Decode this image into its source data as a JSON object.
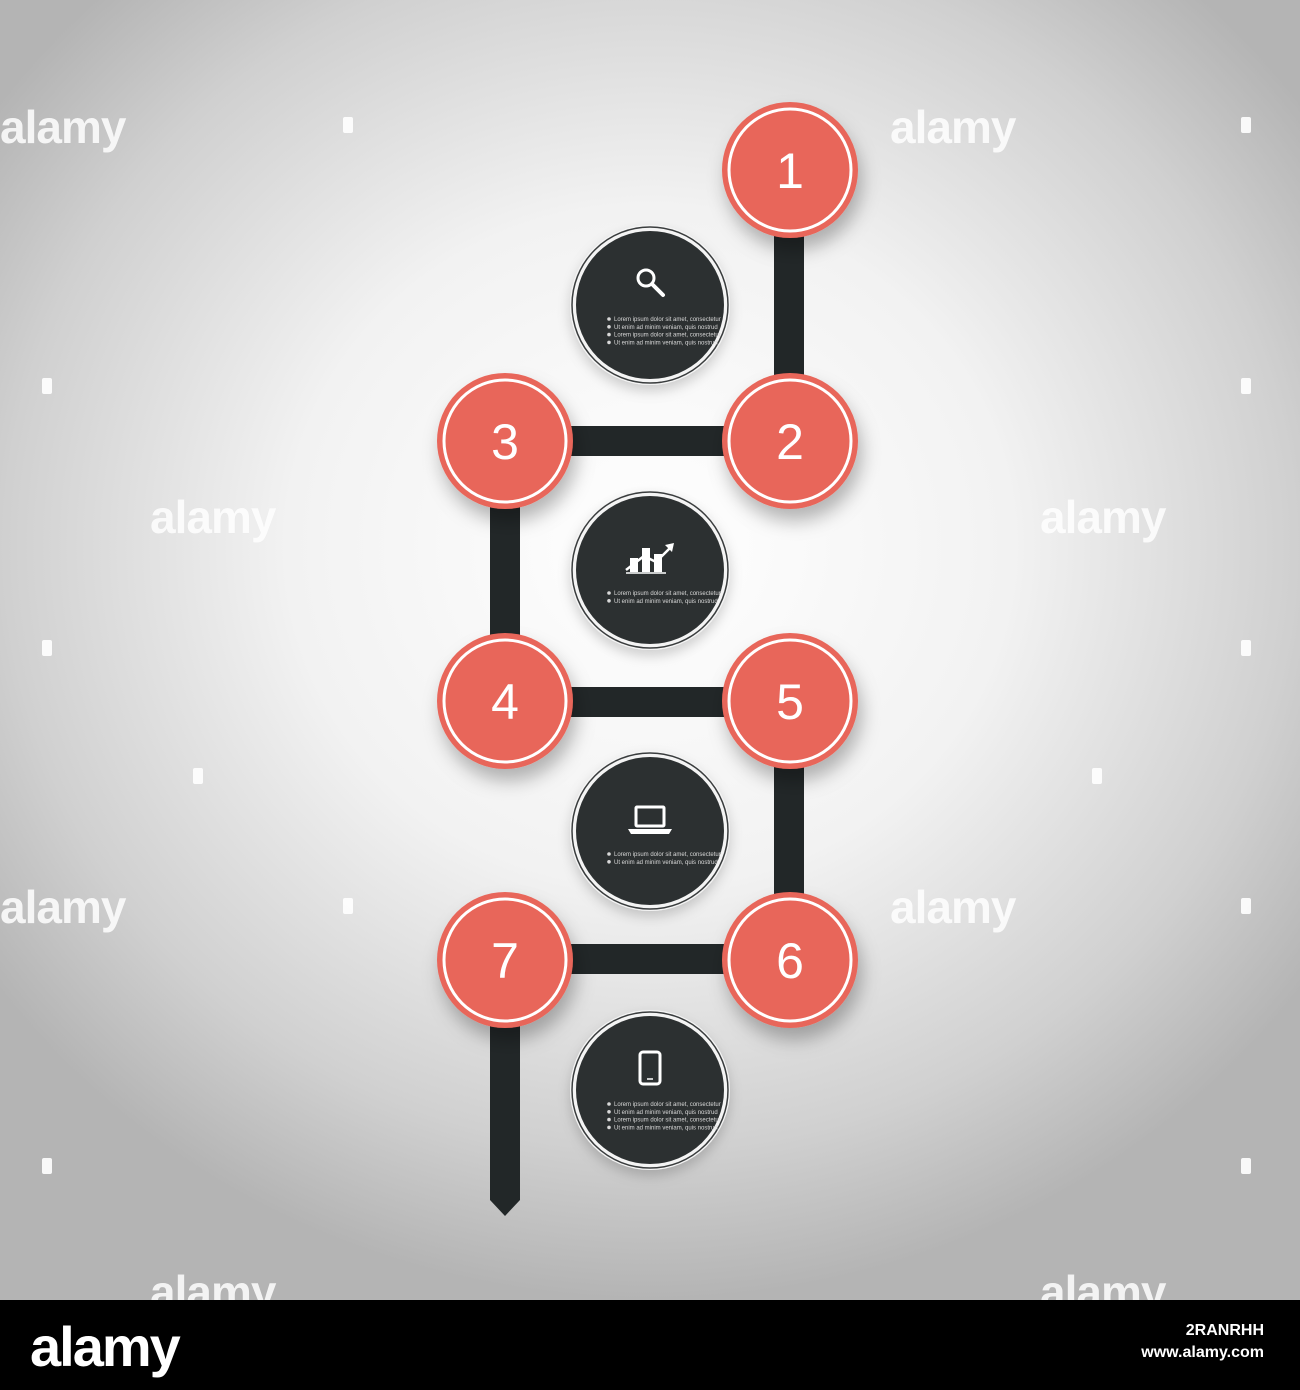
{
  "colors": {
    "accent": "#e8665a",
    "accent_ring": "#ffffff",
    "connector": "#222728",
    "info_circle": "#2c3031",
    "footer_bg": "#000000"
  },
  "steps": [
    {
      "number": "1"
    },
    {
      "number": "2"
    },
    {
      "number": "3"
    },
    {
      "number": "4"
    },
    {
      "number": "5"
    },
    {
      "number": "6"
    },
    {
      "number": "7"
    }
  ],
  "info_panels": [
    {
      "icon": "search-icon",
      "lines": [
        "Lorem ipsum dolor sit amet, consectetur",
        "Ut enim ad minim veniam, quis nostrud",
        "Lorem ipsum dolor sit amet, consectetur",
        "Ut enim ad minim veniam, quis nostrud"
      ]
    },
    {
      "icon": "growth-chart-icon",
      "lines": [
        "Lorem ipsum dolor sit amet, consectetur",
        "Ut enim ad minim veniam, quis nostrud"
      ]
    },
    {
      "icon": "laptop-icon",
      "lines": [
        "Lorem ipsum dolor sit amet, consectetur",
        "Ut enim ad minim veniam, quis nostrud"
      ]
    },
    {
      "icon": "smartphone-icon",
      "lines": [
        "Lorem ipsum dolor sit amet, consectetur",
        "Ut enim ad minim veniam, quis nostrud",
        "Lorem ipsum dolor sit amet, consectetur",
        "Ut enim ad minim veniam, quis nostrud"
      ]
    }
  ],
  "watermark": {
    "text": "alamy"
  },
  "footer": {
    "brand": "alamy",
    "image_id": "2RANRHH",
    "site": "www.alamy.com"
  }
}
